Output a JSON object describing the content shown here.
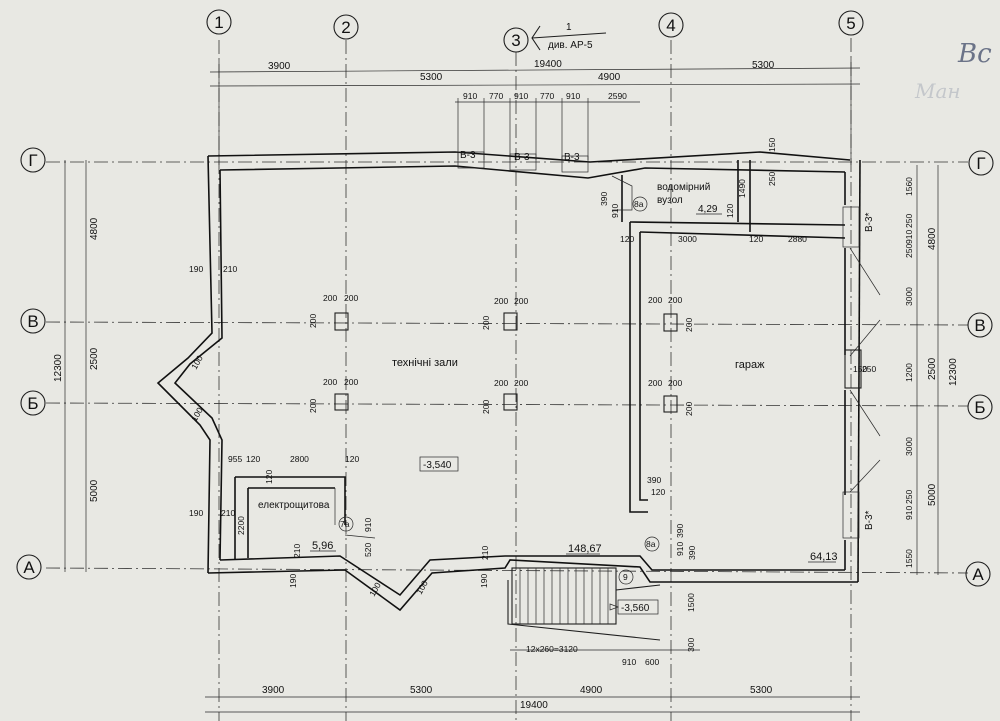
{
  "grid_axes": {
    "vertical": [
      "1",
      "2",
      "3",
      "4",
      "5"
    ],
    "horizontal": [
      "Г",
      "В",
      "Б",
      "А"
    ]
  },
  "callout": {
    "number": "1",
    "sheet": "див. АР-5"
  },
  "handwriting": {
    "main": "Bc",
    "faint": "Ман"
  },
  "dimensions": {
    "top_spans": [
      "3900",
      "5300",
      "4900",
      "5300"
    ],
    "top_total": "19400",
    "windows_chain": [
      "910",
      "770",
      "910",
      "770",
      "910",
      "2590"
    ],
    "bottom_spans": [
      "3900",
      "5300",
      "4900",
      "5300"
    ],
    "bottom_total": "19400",
    "left_spans": [
      "4800",
      "2500",
      "5000"
    ],
    "left_total": "12300",
    "right_outer": [
      "4800",
      "2500",
      "5000"
    ],
    "right_total": "12300",
    "right_inner": [
      "1560",
      "250",
      "910",
      "250",
      "3000",
      "1200",
      "3000",
      "250",
      "910",
      "1550"
    ],
    "pilaster": [
      "200",
      "200"
    ],
    "stair": "12x260=3120",
    "stair_right": [
      "910",
      "600"
    ],
    "stair_side": [
      "1500",
      "300"
    ],
    "room_wall": [
      "955",
      "120",
      "2800",
      "120"
    ],
    "wall_190": "190",
    "wall_210": "210",
    "wall_120": "120",
    "wall_150": "150",
    "wall_250": "250",
    "wall_390": "390",
    "wall_3000": "3000",
    "wall_2880": "2880",
    "wall_1490": "1490",
    "wall_910": "910",
    "wall_520": "520",
    "wall_2200": "2200",
    "wall_100": "100"
  },
  "windows": {
    "top": [
      "В-3",
      "В-3",
      "В-3"
    ],
    "right": [
      "В-3*",
      "В-3*"
    ]
  },
  "rooms": {
    "technical": {
      "name": "технічні зали"
    },
    "garage": {
      "name": "гараж",
      "area": "64,13"
    },
    "water": {
      "name_1": "водомірний",
      "name_2": "вузол",
      "area": "4,29"
    },
    "electrical": {
      "name": "електрощитова",
      "area": "5,96"
    }
  },
  "total_area": "148,67",
  "levels": [
    "-3,540",
    "-3,560"
  ],
  "markers": [
    "8а",
    "7а",
    "8а",
    "9"
  ]
}
